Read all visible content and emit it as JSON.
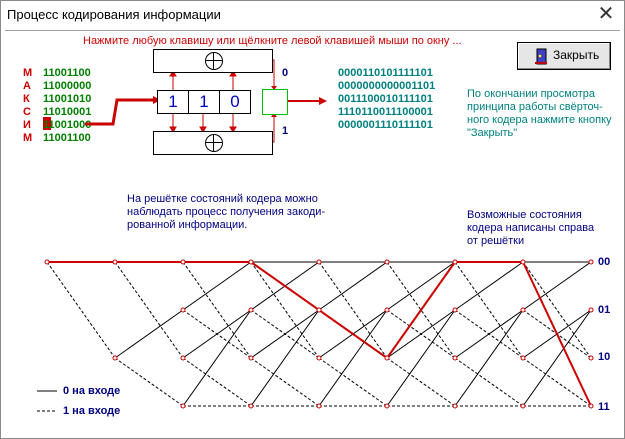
{
  "window": {
    "title": "Процесс кодирования информации",
    "close_glyph": "✕"
  },
  "instruction": "Нажмите любую клавишу или щёлкните левой клавишей мыши по окну ...",
  "close_button": {
    "label": "Закрыть",
    "icon": "door-exit-icon"
  },
  "letters": [
    "М",
    "А",
    "К",
    "С",
    "И",
    "М"
  ],
  "input_bits": [
    "11001100",
    "11000000",
    "11001010",
    "11010001",
    "11001000",
    "11001100"
  ],
  "register": [
    "1",
    "1",
    "0"
  ],
  "output_labels": {
    "top": "0",
    "bottom": "1"
  },
  "output_bits": [
    "0000110101111101",
    "0000000000001101",
    "0011100010111101",
    "1110110011100001",
    "0000001110111101"
  ],
  "right_note": [
    "По окончании просмотра",
    "принципа работы свёрточ-",
    "ного кодера нажмите кнопку",
    "\"Закрыть\""
  ],
  "trellis_note": [
    "На решётке состояний кодера можно",
    "наблюдать процесс получения закоди-",
    "рованной информации."
  ],
  "states_note": [
    "Возможные состояния",
    "кодера написаны справа",
    "от решётки"
  ],
  "state_labels": [
    "00",
    "01",
    "10",
    "11"
  ],
  "legend": {
    "solid": "0 на входе",
    "dashed": "1 на входе"
  },
  "colors": {
    "red": "#cc0000",
    "teal": "#008080",
    "green": "#008000",
    "navy": "#000080"
  }
}
